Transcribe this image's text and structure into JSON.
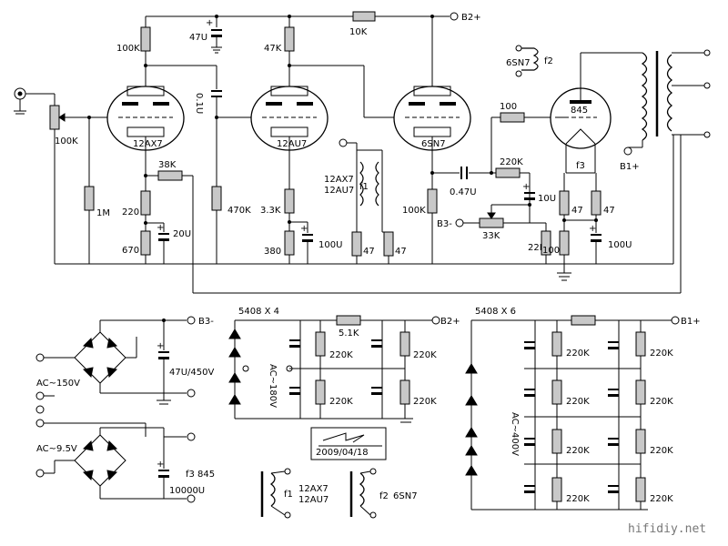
{
  "labels": {
    "b2plus_top": "B2+",
    "b2plus_ps": "B2+",
    "b1plus_amp": "B1+",
    "b1plus_ps": "B1+",
    "b3minus_amp": "B3-",
    "b3minus_ps": "B3-",
    "r_100k_plate1": "100K",
    "r_47k_plate2": "47K",
    "r_10k_b2": "10K",
    "c_47u_dec": "47U",
    "c_01u_couple": "0.1U",
    "vol_pot": "100K",
    "r_1m": "1M",
    "r_38k_fb": "38K",
    "r_220_cath1": "220",
    "r_670_cath1": "670",
    "c_20u": "20U",
    "r_470k": "470K",
    "r_3k3": "3.3K",
    "r_380": "380",
    "c_100u_a": "100U",
    "r_47_f1a": "47",
    "r_47_f1b": "47",
    "heater_f1_tubes_a": "12AX7",
    "heater_f1_tubes_b": "12AU7",
    "heater_f1": "f1",
    "r_100k_g3": "100K",
    "c_047u": "0.47U",
    "r_100_grid": "100",
    "r_220k_bias": "220K",
    "c_10u": "10U",
    "pot_33k": "33K",
    "r_22k": "22K",
    "r_47_f3a": "47",
    "r_47_f3b": "47",
    "r_100_bias": "100",
    "c_100u_b": "100U",
    "heater_f3": "f3",
    "heater_f2_tube": "6SN7",
    "heater_f2": "f2",
    "tube1": "12AX7",
    "tube2": "12AU7",
    "tube3": "6SN7",
    "tube4": "845",
    "ps1_ac": "AC~150V",
    "ps1_cap": "47U/450V",
    "ps2_ac": "AC~9.5V",
    "ps2_cap": "10000U",
    "ps2_out": "f3 845",
    "ps3_diodes": "5408 X 4",
    "ps3_ac": "AC~180V",
    "ps3_r": "5.1K",
    "ps3_220k_a": "220K",
    "ps3_220k_b": "220K",
    "ps3_220k_c": "220K",
    "ps3_220k_d": "220K",
    "ps4_diodes": "5408 X 6",
    "ps4_ac": "AC~400V",
    "ps4_220k_1": "220K",
    "ps4_220k_2": "220K",
    "ps4_220k_3": "220K",
    "ps4_220k_4": "220K",
    "ps4_220k_5": "220K",
    "ps4_220k_6": "220K",
    "ps4_220k_7": "220K",
    "ps4_220k_8": "220K",
    "date": "2009/04/18",
    "tx_f1_name": "f1",
    "tx_f1_tubes_a": "12AX7",
    "tx_f1_tubes_b": "12AU7",
    "tx_f2_name": "f2",
    "tx_f2_tube": "6SN7",
    "watermark": "hifidiy.net"
  }
}
